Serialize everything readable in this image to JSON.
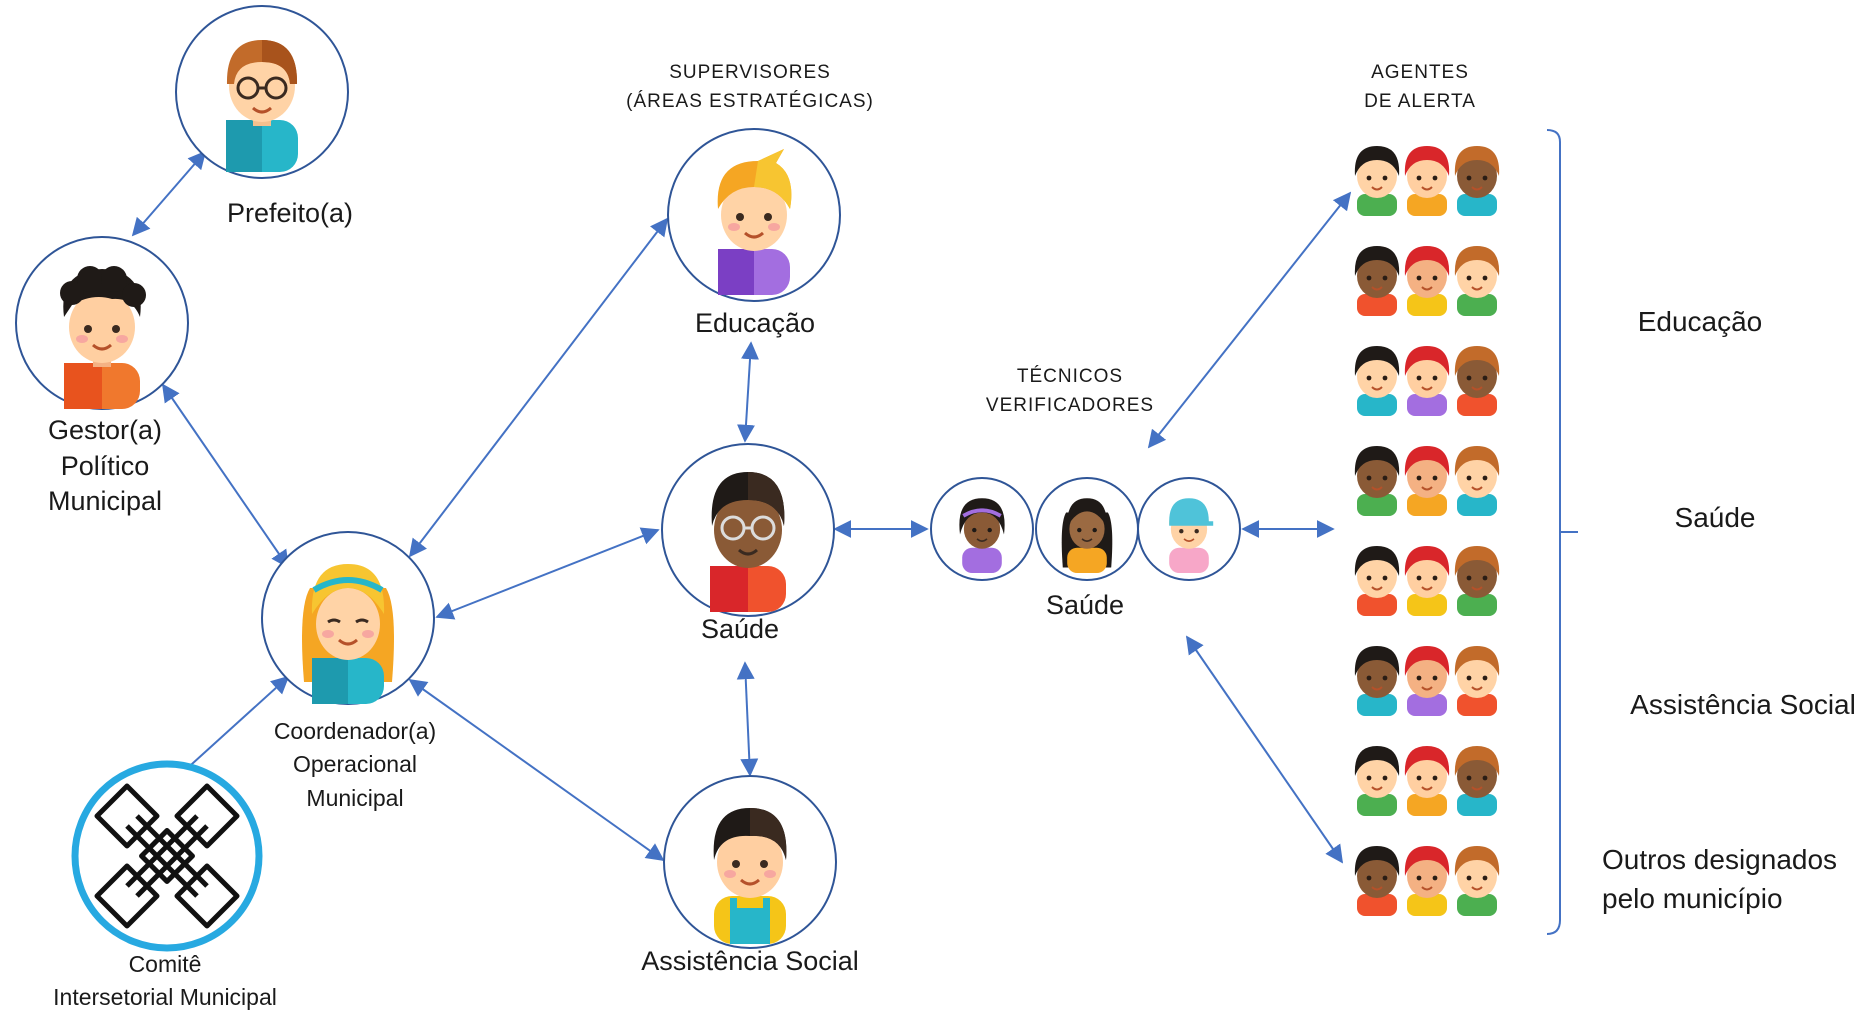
{
  "headings": {
    "supervisores": [
      "SUPERVISORES",
      "(ÁREAS ESTRATÉGICAS)"
    ],
    "tecnicos": [
      "TÉCNICOS",
      "VERIFICADORES"
    ],
    "agentes": [
      "AGENTES",
      "DE ALERTA"
    ]
  },
  "nodes": {
    "prefeito": "Prefeito(a)",
    "gestor": [
      "Gestor(a)",
      "Político",
      "Municipal"
    ],
    "coordenador": [
      "Coordenador(a)",
      "Operacional",
      "Municipal"
    ],
    "comite": [
      "Comitê",
      "Intersetorial Municipal"
    ],
    "sup_educacao": "Educação",
    "sup_saude": "Saúde",
    "sup_assistencia": "Assistência Social",
    "tec_saude": "Saúde"
  },
  "agent_categories": [
    "Educação",
    "Saúde",
    "Assistência Social",
    "Outros designados",
    "pelo município"
  ],
  "colors": {
    "arrow": "#4472C4",
    "circle_border": "#2F5597",
    "comite_ring": "#27A9E1"
  }
}
